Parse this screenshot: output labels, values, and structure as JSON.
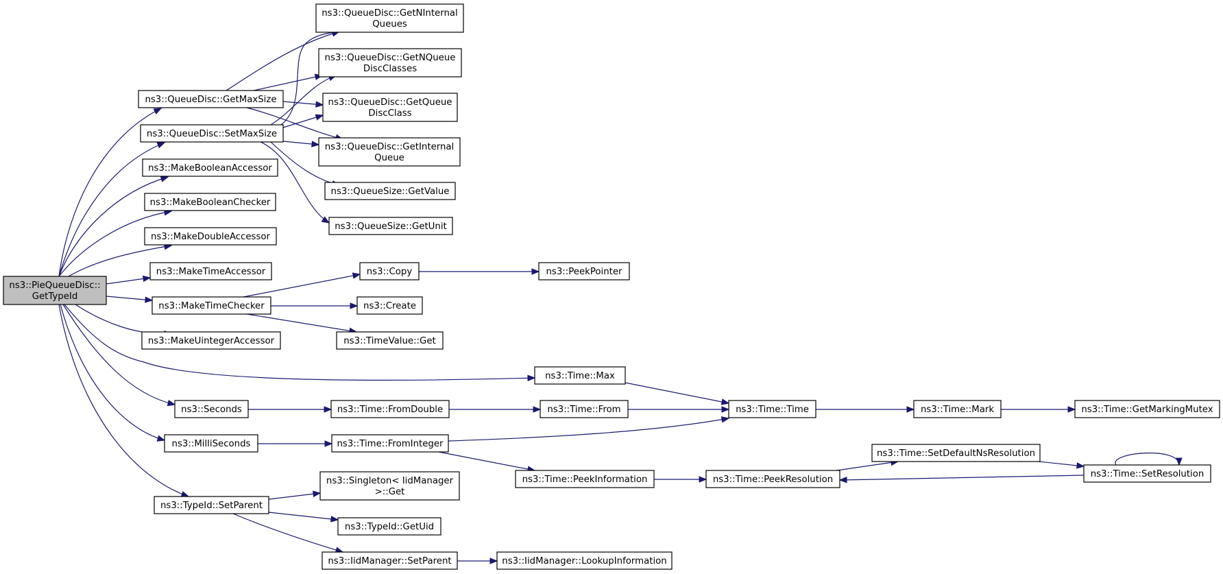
{
  "nodes": {
    "root": [
      "ns3::PieQueueDisc::",
      "GetTypeId"
    ],
    "getMaxSize": [
      "ns3::QueueDisc::GetMaxSize"
    ],
    "setMaxSize": [
      "ns3::QueueDisc::SetMaxSize"
    ],
    "makeBooleanAccessor": [
      "ns3::MakeBooleanAccessor"
    ],
    "makeBooleanChecker": [
      "ns3::MakeBooleanChecker"
    ],
    "makeDoubleAccessor": [
      "ns3::MakeDoubleAccessor"
    ],
    "makeTimeAccessor": [
      "ns3::MakeTimeAccessor"
    ],
    "makeTimeChecker": [
      "ns3::MakeTimeChecker"
    ],
    "makeUintegerAccessor": [
      "ns3::MakeUintegerAccessor"
    ],
    "seconds": [
      "ns3::Seconds"
    ],
    "milliSeconds": [
      "ns3::MilliSeconds"
    ],
    "setParent": [
      "ns3::TypeId::SetParent"
    ],
    "getNInternalQueues": [
      "ns3::QueueDisc::GetNInternal",
      "Queues"
    ],
    "getNQueueDiscClasses": [
      "ns3::QueueDisc::GetNQueue",
      "DiscClasses"
    ],
    "getQueueDiscClass": [
      "ns3::QueueDisc::GetQueue",
      "DiscClass"
    ],
    "getInternalQueue": [
      "ns3::QueueDisc::GetInternal",
      "Queue"
    ],
    "queueSizeGetValue": [
      "ns3::QueueSize::GetValue"
    ],
    "queueSizeGetUnit": [
      "ns3::QueueSize::GetUnit"
    ],
    "copy": [
      "ns3::Copy"
    ],
    "create": [
      "ns3::Create"
    ],
    "timeValueGet": [
      "ns3::TimeValue::Get"
    ],
    "peekPointer": [
      "ns3::PeekPointer"
    ],
    "timeMax": [
      "ns3::Time::Max"
    ],
    "fromDouble": [
      "ns3::Time::FromDouble"
    ],
    "fromInteger": [
      "ns3::Time::FromInteger"
    ],
    "timeFrom": [
      "ns3::Time::From"
    ],
    "timeTime": [
      "ns3::Time::Time"
    ],
    "timeMark": [
      "ns3::Time::Mark"
    ],
    "getMarkingMutex": [
      "ns3::Time::GetMarkingMutex"
    ],
    "peekInformation": [
      "ns3::Time::PeekInformation"
    ],
    "peekResolution": [
      "ns3::Time::PeekResolution"
    ],
    "setDefaultNsResolution": [
      "ns3::Time::SetDefaultNsResolution"
    ],
    "setResolution": [
      "ns3::Time::SetResolution"
    ],
    "singletonGet": [
      "ns3::Singleton< IidManager",
      ">::Get"
    ],
    "getUid": [
      "ns3::TypeId::GetUid"
    ],
    "iidSetParent": [
      "ns3::IidManager::SetParent"
    ],
    "lookupInformation": [
      "ns3::IidManager::LookupInformation"
    ]
  },
  "colors": {
    "edge": "#191970",
    "root_fill": "#bfbfbf",
    "node_fill": "#ffffff",
    "node_stroke": "#000000"
  }
}
